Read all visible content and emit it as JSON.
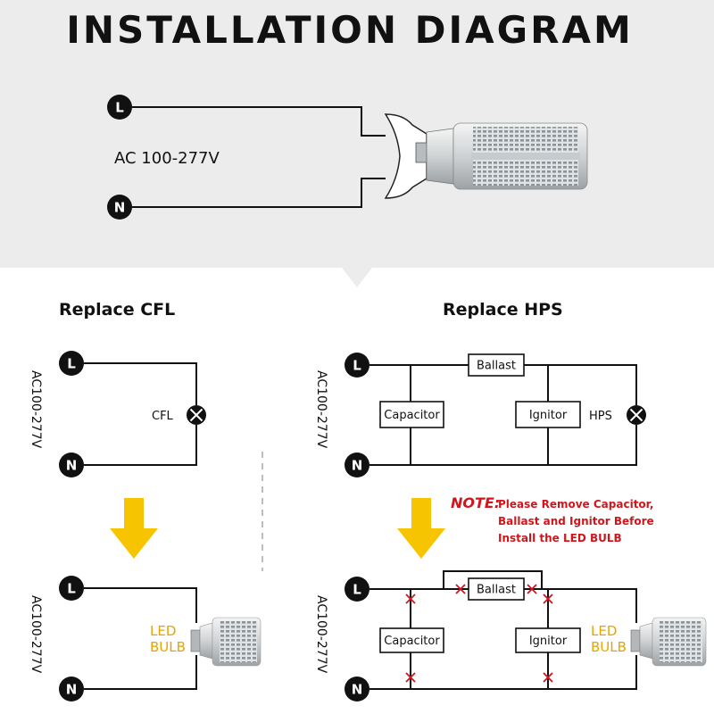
{
  "title": "INSTALLATION DIAGRAM",
  "top": {
    "terminal_l": "L",
    "terminal_n": "N",
    "voltage": "AC 100-277V"
  },
  "left_panel": {
    "heading": "Replace CFL",
    "voltage": "AC100-277V",
    "terminal_l": "L",
    "terminal_n": "N",
    "lamp_label": "CFL",
    "led_line1": "LED",
    "led_line2": "BULB"
  },
  "right_panel": {
    "heading": "Replace HPS",
    "voltage": "AC100-277V",
    "terminal_l": "L",
    "terminal_n": "N",
    "ballast": "Ballast",
    "capacitor": "Capacitor",
    "ignitor": "Ignitor",
    "lamp_label": "HPS",
    "led_line1": "LED",
    "led_line2": "BULB"
  },
  "note": {
    "label": "NOTE:",
    "line1": "Please Remove Capacitor,",
    "line2": "Ballast and Ignitor Before",
    "line3": "Install the LED BULB"
  },
  "colors": {
    "top_band": "#ececec",
    "arrow": "#f6c400",
    "note": "#d0161c",
    "led_text": "#e6a400",
    "terminal": "#111111"
  }
}
